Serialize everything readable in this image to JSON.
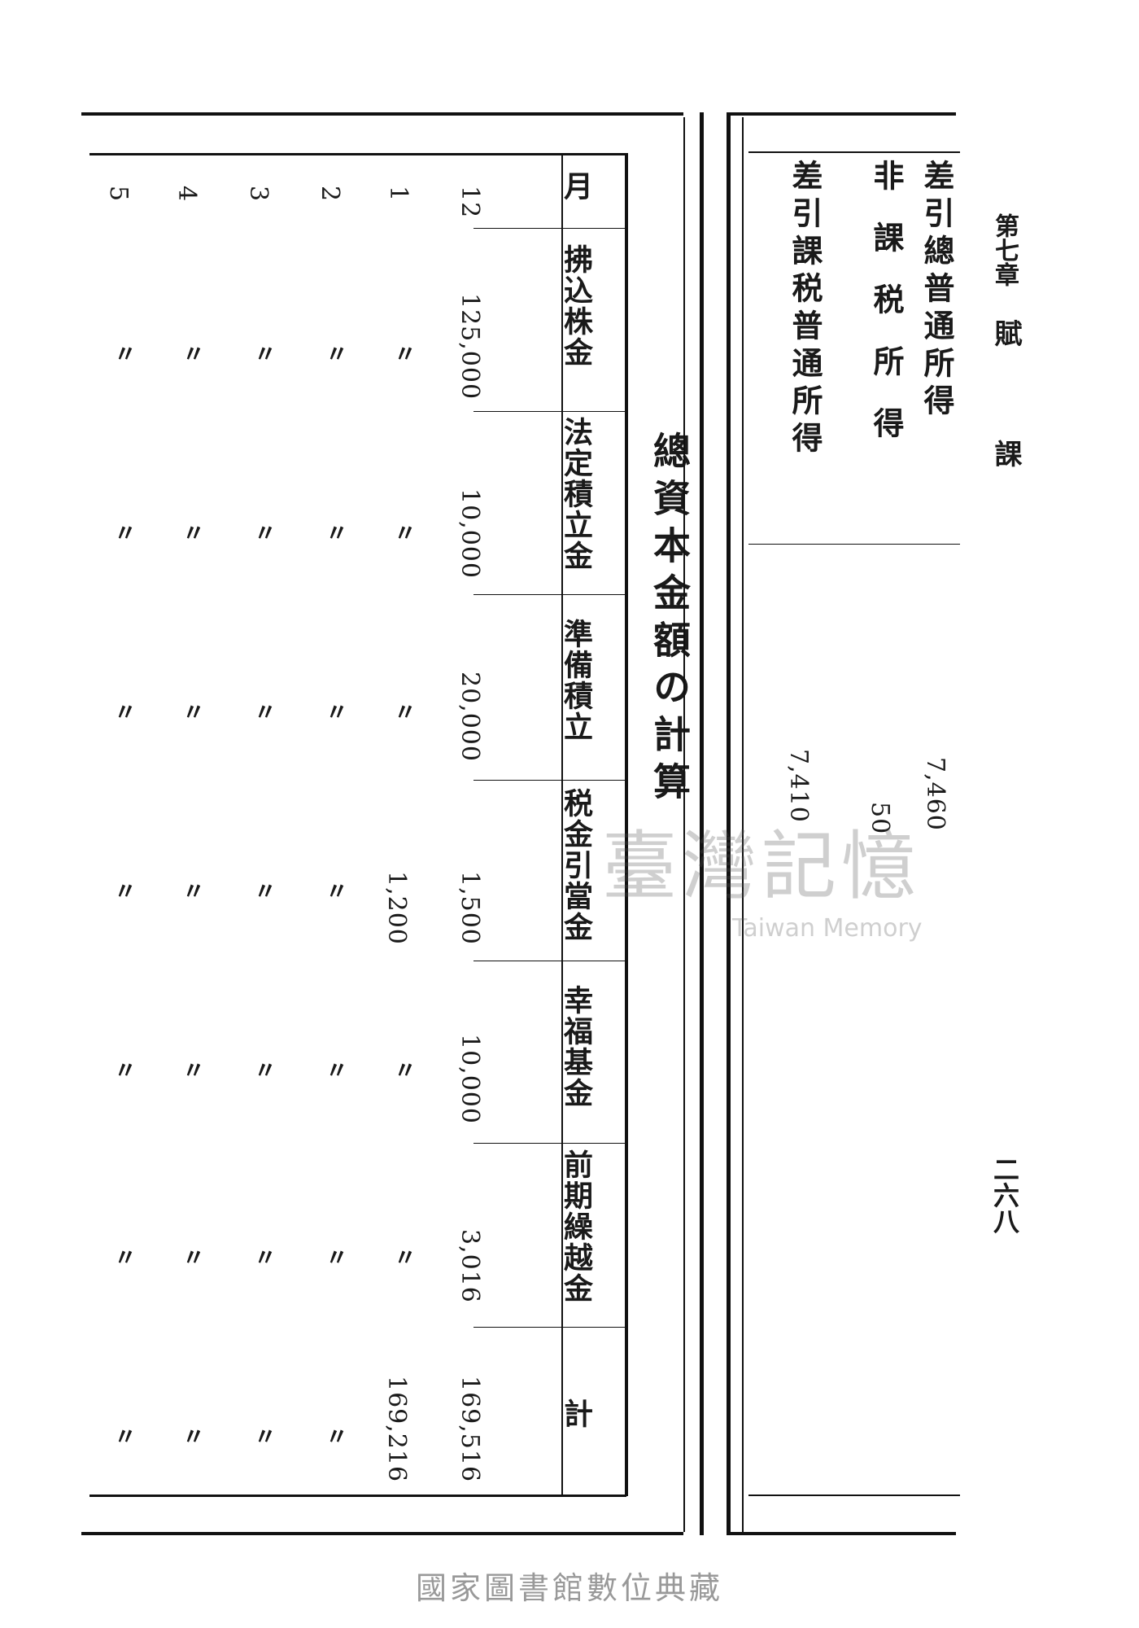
{
  "page": {
    "chapter": "第七章",
    "chapter_title": "賦　課",
    "page_number": "二六八"
  },
  "income_block": {
    "rows": [
      {
        "label": "差引總普通所得",
        "value": "7,460"
      },
      {
        "label": "非　課　税　所　得",
        "value": "50"
      },
      {
        "label": "差引課税普通所得",
        "value": "7,410"
      }
    ]
  },
  "capital_table": {
    "title": "總資本金額の計算",
    "headers": [
      "月",
      "拂込株金",
      "法定積立金",
      "準備積立",
      "税金引當金",
      "幸福基金",
      "前期繰越金",
      "計"
    ],
    "rows": [
      {
        "month": "12",
        "cells": [
          "125,000",
          "10,000",
          "20,000",
          "1,500",
          "10,000",
          "3,016",
          "169,516"
        ]
      },
      {
        "month": "1",
        "cells": [
          "〃",
          "〃",
          "〃",
          "1,200",
          "〃",
          "〃",
          "169,216"
        ]
      },
      {
        "month": "2",
        "cells": [
          "〃",
          "〃",
          "〃",
          "〃",
          "〃",
          "〃",
          "〃"
        ]
      },
      {
        "month": "3",
        "cells": [
          "〃",
          "〃",
          "〃",
          "〃",
          "〃",
          "〃",
          "〃"
        ]
      },
      {
        "month": "4",
        "cells": [
          "〃",
          "〃",
          "〃",
          "〃",
          "〃",
          "〃",
          "〃"
        ]
      },
      {
        "month": "5",
        "cells": [
          "〃",
          "〃",
          "〃",
          "〃",
          "〃",
          "〃",
          "〃"
        ]
      }
    ]
  },
  "watermark": {
    "chinese": "臺灣記憶",
    "english": "Taiwan Memory"
  },
  "footer": {
    "text": "國家圖書館數位典藏"
  }
}
